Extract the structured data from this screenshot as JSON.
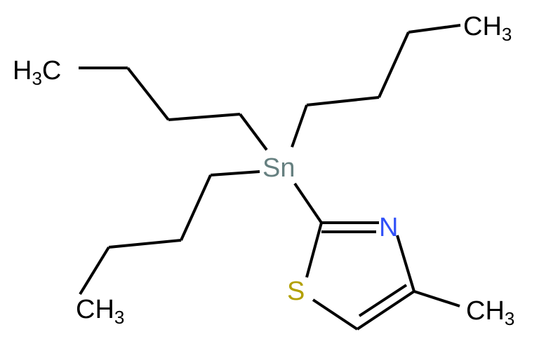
{
  "molecule": {
    "atoms": {
      "tin": "Sn",
      "nitrogen": "N",
      "sulfur": "S"
    },
    "groups": {
      "methyl_top_right": {
        "main": "CH",
        "sub": "3"
      },
      "methyl_top_left": {
        "main": "C",
        "sub": "3",
        "prefix": "H"
      },
      "methyl_bottom_left": {
        "main": "CH",
        "sub": "3"
      },
      "methyl_ring": {
        "main": "CH",
        "sub": "3"
      }
    },
    "colors": {
      "bond": "#000000",
      "tin": "#668080",
      "nitrogen": "#3050F8",
      "sulfur": "#B2A000",
      "carbon_label": "#000000"
    }
  }
}
